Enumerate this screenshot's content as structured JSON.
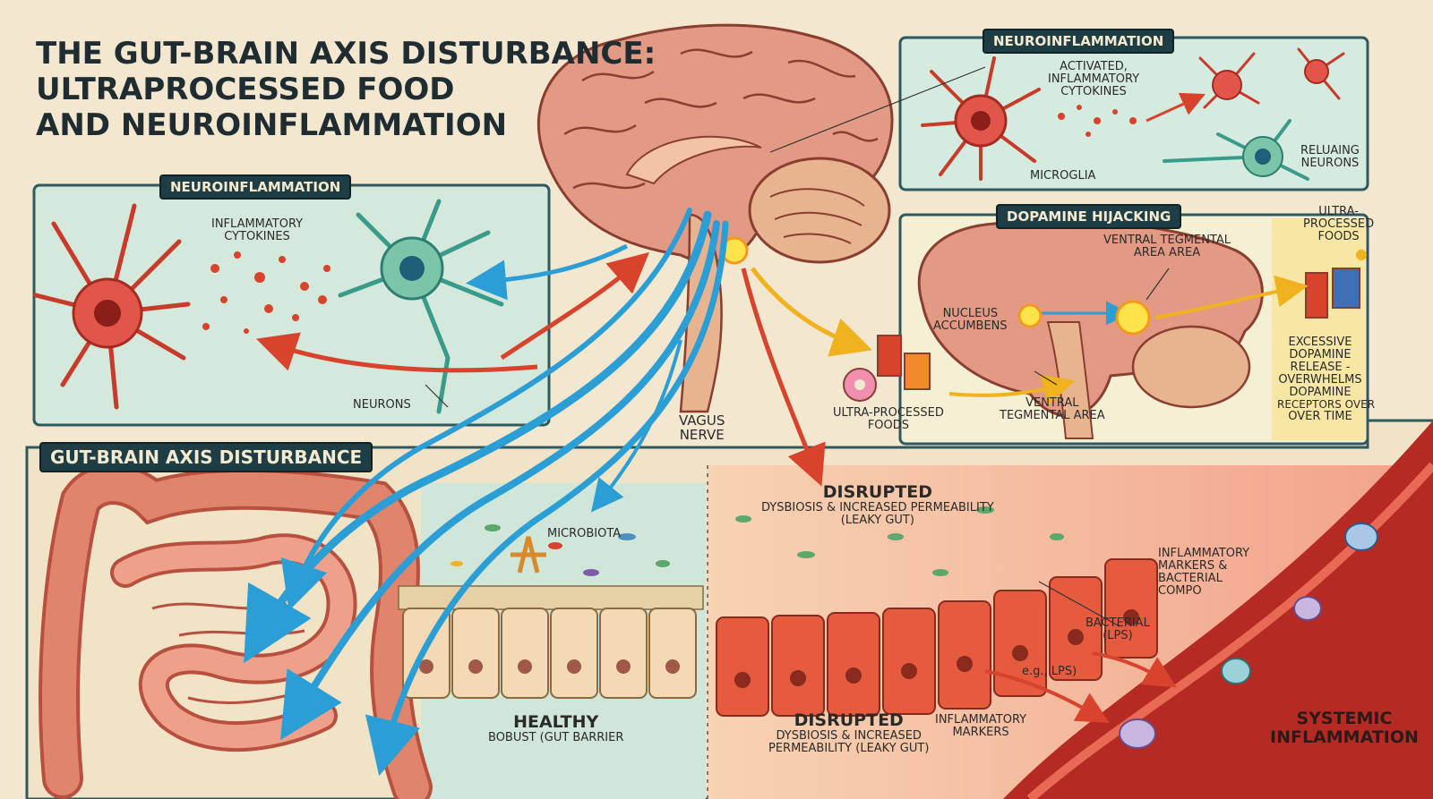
{
  "title": {
    "line1": "THE GUT-BRAIN AXIS DISTURBANCE:",
    "line2": "ULTRAPROCESSED FOOD",
    "line3": "AND NEUROINFLAMMATION"
  },
  "left_panel": {
    "badge": "NEUROINFLAMMATION",
    "cytokines_1": "INFLAMMATORY",
    "cytokines_2": "CYTOKINES",
    "neurons": "NEURONS"
  },
  "top_right_panel": {
    "badge": "NEUROINFLAMMATION",
    "activated_1": "ACTIVATED,",
    "activated_2": "INFLAMMATORY",
    "activated_3": "CYTOKINES",
    "microglia": "MICROGLIA",
    "neurons_1": "RELUAING",
    "neurons_2": "NEURONS"
  },
  "dopamine_panel": {
    "badge": "DOPAMINE HIJACKING",
    "vta_top_1": "VENTRAL TEGMENTAL",
    "vta_top_2": "AREA AREA",
    "nucleus_1": "NUCLEUS",
    "nucleus_2": "ACCUMBENS",
    "vta_bottom_1": "VENTRAL",
    "vta_bottom_2": "TEGMENTAL AREA",
    "foods_left_1": "ULTRA-PROCESSED",
    "foods_left_2": "FOODS",
    "foods_right_1": "ULTRA-",
    "foods_right_2": "PROCESSED",
    "foods_right_3": "FOODS",
    "release_1": "EXCESSIVE",
    "release_2": "DOPAMINE",
    "release_3": "RELEASE -",
    "release_4": "OVERWHELMS",
    "release_5": "DOPAMINE",
    "release_6": "RECEPTORS OVER",
    "release_7": "OVER TIME"
  },
  "vagus": {
    "line1": "VAGUS",
    "line2": "NERVE"
  },
  "gut_panel": {
    "badge": "GUT-BRAIN AXIS DISTURBANCE",
    "microbiota": "MICROBIOTA",
    "healthy_1": "HEALTHY",
    "healthy_2": "BOBUST (GUT BARRIER",
    "disrupted_top_1": "DISRUPTED",
    "disrupted_top_2": "DYSBIOSIS & INCREASED PERMEABILITY",
    "disrupted_top_3": "(LEAKY GUT)",
    "disrupted_bottom_1": "DISRUPTED",
    "disrupted_bottom_2": "DYSBIOSIS & INCREASED",
    "disrupted_bottom_3": "PERMEABILITY (LEAKY GUT)",
    "markers_right_1": "INFLAMMATORY",
    "markers_right_2": "MARKERS &",
    "markers_right_3": "BACTERIAL",
    "markers_right_4": "COMPO",
    "bacterial_1": "BACTERIAL",
    "bacterial_2": "(LPS)",
    "eg_lps": "e.g., LPS)",
    "markers_bottom_1": "INFLAMMATORY",
    "markers_bottom_2": "MARKERS",
    "systemic_1": "SYSTEMIC",
    "systemic_2": "INFLAMMATION"
  },
  "colors": {
    "background": "#f3e7cf",
    "panel_teal": "#d5e8dc",
    "badge": "#1f3d44",
    "nerve_blue": "#2c9ed6",
    "inflammation_red": "#d8432c",
    "brain_pink": "#e39a84",
    "dopamine_yellow": "#f3c52a"
  }
}
